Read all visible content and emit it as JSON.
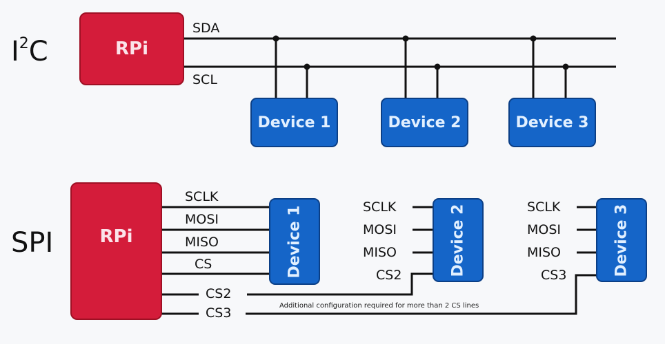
{
  "i2c": {
    "title_base": "I",
    "title_sup": "2",
    "title_end": "C",
    "host": "RPi",
    "signals": [
      "SDA",
      "SCL"
    ],
    "devices": [
      "Device 1",
      "Device 2",
      "Device 3"
    ]
  },
  "spi": {
    "title": "SPI",
    "host": "RPi",
    "host_signals": [
      "SCLK",
      "MOSI",
      "MISO",
      "CS",
      "CS2",
      "CS3"
    ],
    "devices": [
      {
        "label": "Device 1",
        "signals": []
      },
      {
        "label": "Device 2",
        "signals": [
          "SCLK",
          "MOSI",
          "MISO",
          "CS2"
        ]
      },
      {
        "label": "Device 3",
        "signals": [
          "SCLK",
          "MOSI",
          "MISO",
          "CS3"
        ]
      }
    ],
    "note": "Additional configuration required for more than 2 CS lines"
  },
  "colors": {
    "host": "#d41c3a",
    "device": "#1565c8",
    "wire": "#111111"
  }
}
